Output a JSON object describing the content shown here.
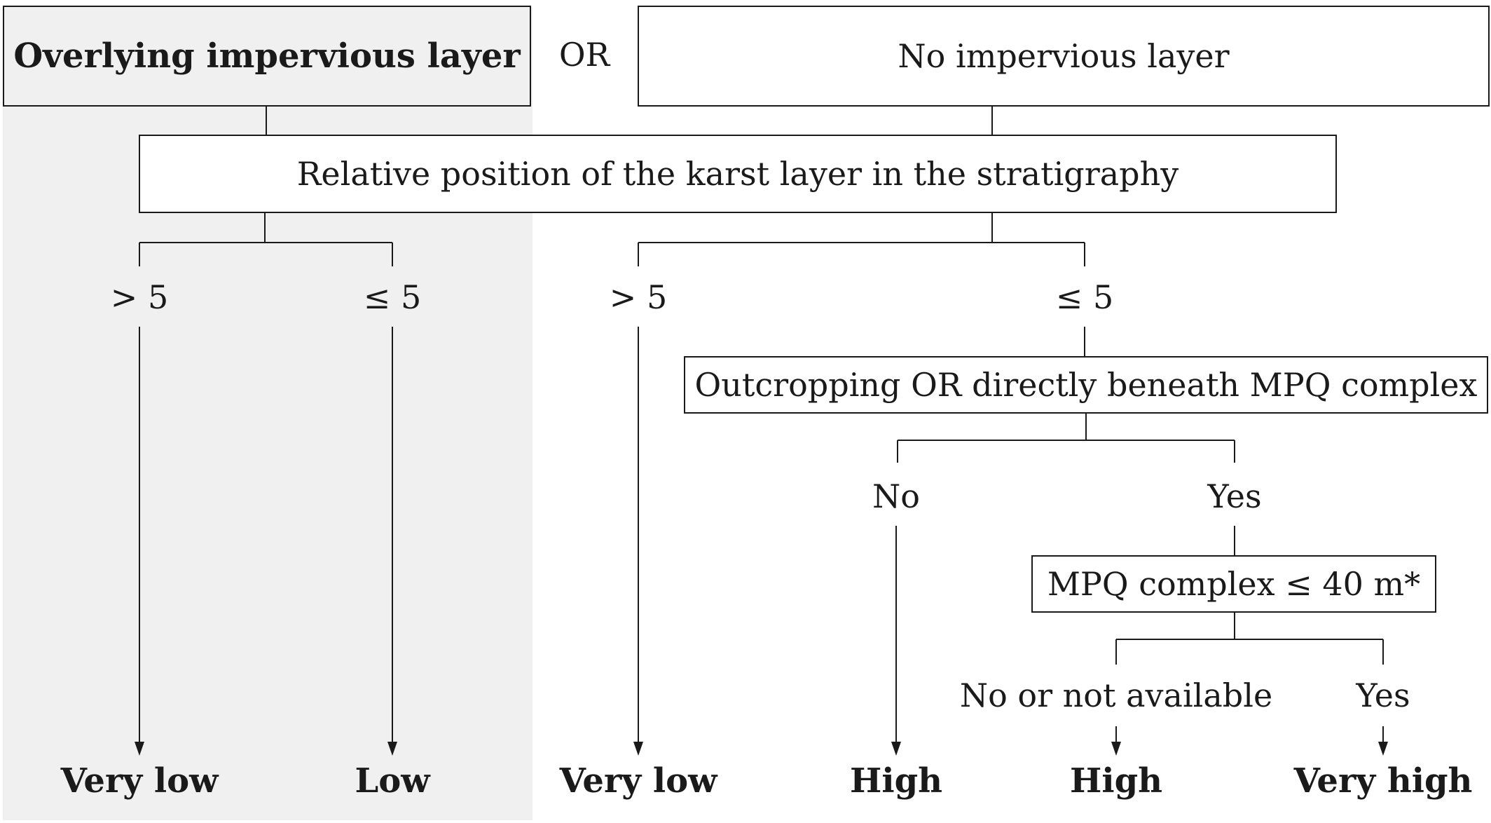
{
  "top": {
    "impervious": "Overlying impervious layer",
    "or": "OR",
    "no_impervious": "No impervious layer"
  },
  "stratigraphy": "Relative position of the karst layer in the stratigraphy",
  "branches": {
    "left_gt": "> 5",
    "left_le": "≤ 5",
    "right_gt": "> 5",
    "right_le": "≤ 5"
  },
  "outcropping": "Outcropping OR directly beneath MPQ complex",
  "out_answers": {
    "no": "No",
    "yes": "Yes"
  },
  "mpq": "MPQ complex ≤ 40 m*",
  "mpq_answers": {
    "no": "No or not available",
    "yes": "Yes"
  },
  "results": {
    "r1": "Very low",
    "r2": "Low",
    "r3": "Very low",
    "r4": "High",
    "r5": "High",
    "r6": "Very high"
  }
}
